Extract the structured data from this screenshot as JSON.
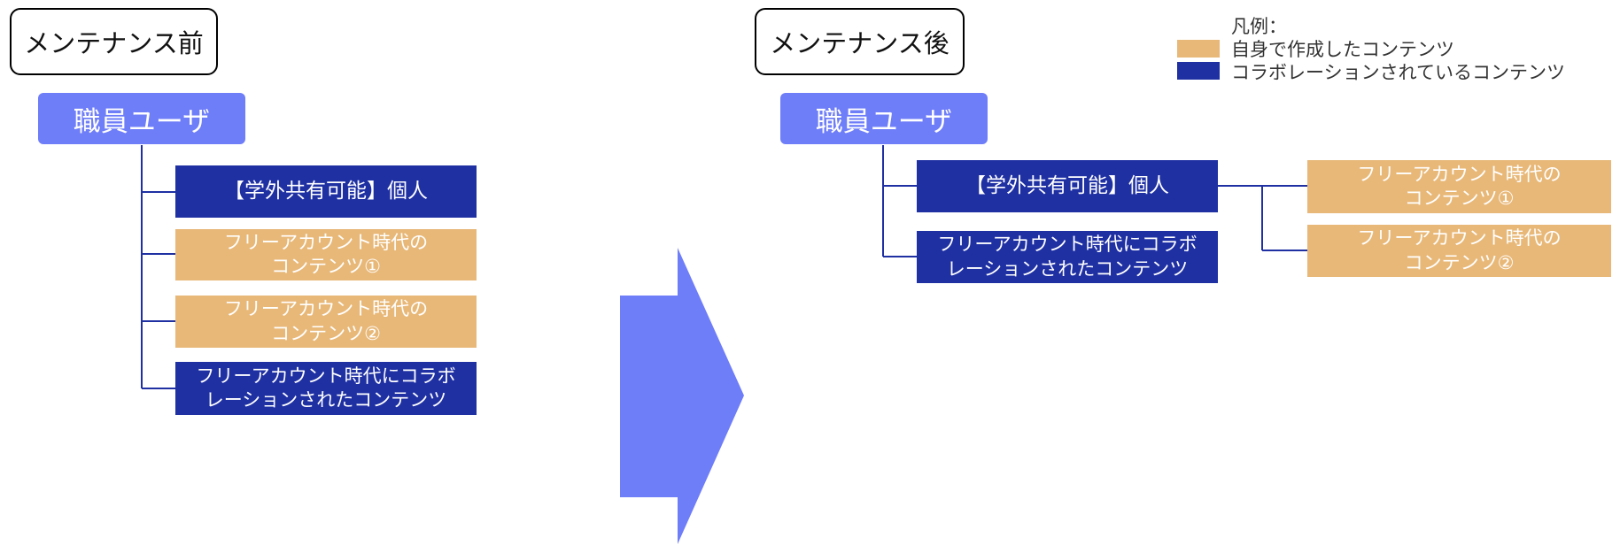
{
  "colors": {
    "own": "#E8B878",
    "collab": "#1F30A3",
    "root": "#6E7DF8",
    "arrow": "#6E7DF8",
    "line": "#1F30A3"
  },
  "before": {
    "title": "メンテナンス前",
    "root": "職員ユーザ",
    "nodes": [
      {
        "lines": [
          "【学外共有可能】個人"
        ]
      },
      {
        "lines": [
          "フリーアカウント時代の",
          "コンテンツ①"
        ]
      },
      {
        "lines": [
          "フリーアカウント時代の",
          "コンテンツ②"
        ]
      },
      {
        "lines": [
          "フリーアカウント時代にコラボ",
          "レーションされたコンテンツ"
        ]
      }
    ]
  },
  "after": {
    "title": "メンテナンス後",
    "root": "職員ユーザ",
    "personal": {
      "lines": [
        "【学外共有可能】個人"
      ]
    },
    "collab": {
      "lines": [
        "フリーアカウント時代にコラボ",
        "レーションされたコンテンツ"
      ]
    },
    "children": [
      {
        "lines": [
          "フリーアカウント時代の",
          "コンテンツ①"
        ]
      },
      {
        "lines": [
          "フリーアカウント時代の",
          "コンテンツ②"
        ]
      }
    ]
  },
  "legend": {
    "title": "凡例：",
    "own": "自身で作成したコンテンツ",
    "collab": "コラボレーションされているコンテンツ"
  }
}
